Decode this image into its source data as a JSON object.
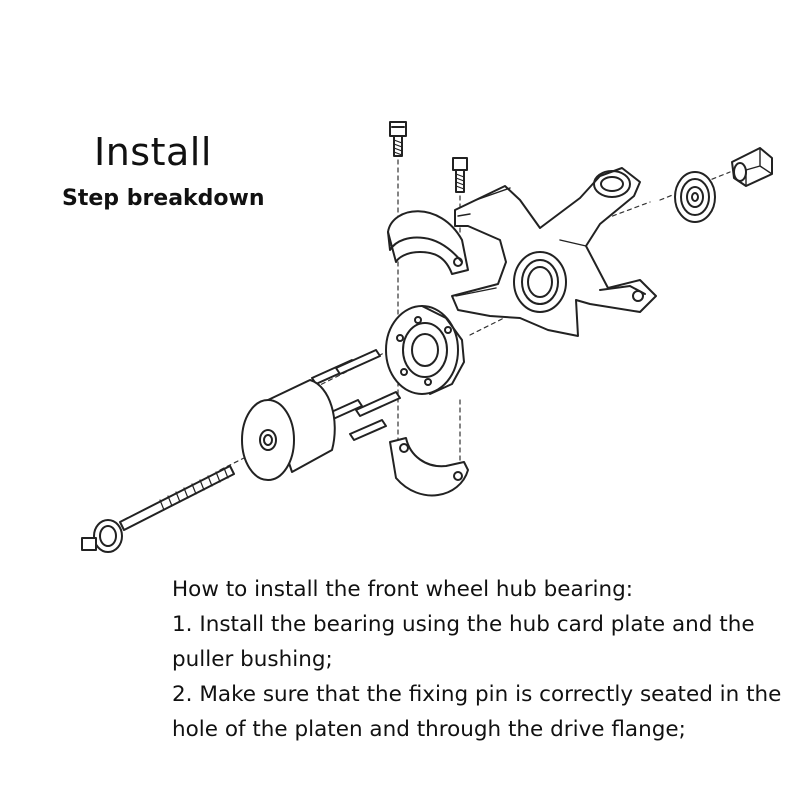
{
  "header": {
    "title": "Install",
    "subtitle": "Step breakdown"
  },
  "instructions": {
    "heading": "How to install the front wheel hub bearing:",
    "steps": [
      "1. Install the bearing using the hub card plate and the puller bushing;",
      "2. Make sure that the fixing pin is correctly seated in the hole of the platen and through the drive flange;"
    ]
  },
  "diagram": {
    "parts": [
      "bolt",
      "bolt",
      "upper-half-collar",
      "steering-knuckle",
      "bearing",
      "nut",
      "wheel-hub-flange",
      "fixing-pins",
      "puller-bushing",
      "threaded-rod",
      "lower-half-collar"
    ]
  }
}
